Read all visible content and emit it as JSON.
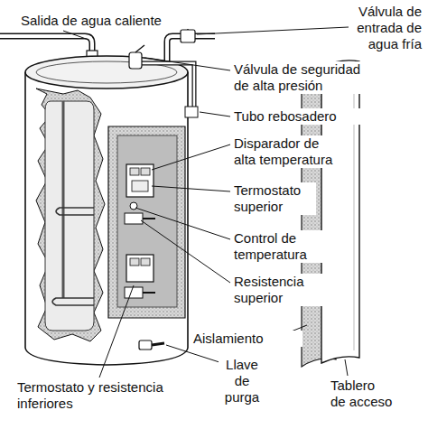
{
  "diagram": {
    "labels": [
      "Salida de agua caliente",
      "Válvula de entrada de agua fría",
      "Válvula de seguridad de alta presión",
      "Tubo rebosadero",
      "Disparador de alta temperatura",
      "Termostato superior",
      "Control de temperatura",
      "Resistencia superior",
      "Aislamiento",
      "Llave de purga",
      "Termostato y resistencia inferiores",
      "Tablero de acceso"
    ]
  }
}
